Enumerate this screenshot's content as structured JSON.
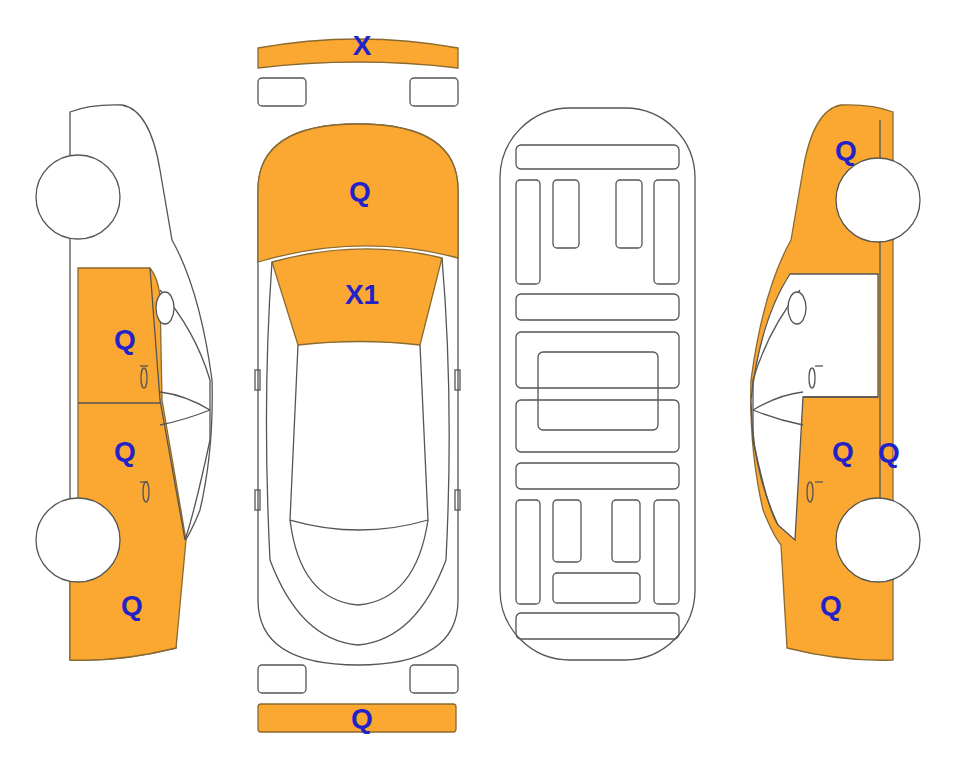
{
  "diagram": {
    "labels": [
      "X",
      "Q",
      "X1",
      "Q",
      "Q",
      "Q",
      "Q",
      "Q",
      "Q",
      "Q",
      "Q"
    ]
  }
}
